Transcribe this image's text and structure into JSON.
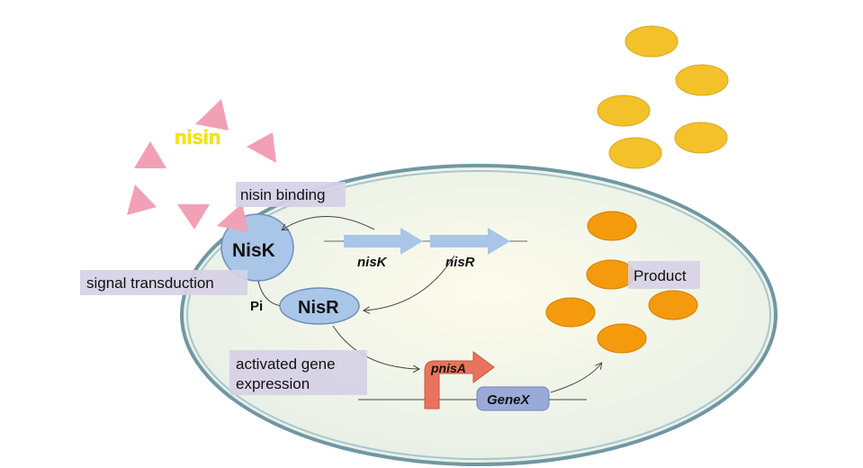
{
  "labels": {
    "nisin": "nisin",
    "nisin_binding": "nisin binding",
    "signal_transduction": "signal transduction",
    "activated_gene_expression_line1": "activated gene",
    "activated_gene_expression_line2": "expression",
    "product": "Product"
  },
  "proteins": {
    "nisk": "NisK",
    "nisr": "NisR",
    "phosphate": "Pi"
  },
  "genes": {
    "nisk": "nisK",
    "nisr": "nisR",
    "promoter": "pnisA",
    "genex": "GeneX"
  },
  "colors": {
    "membrane_stroke": "#6f97a3",
    "cytoplasm": "#eef3e6",
    "nisin_triangle": "#f2a0b5",
    "nisin_text": "#f4e80a",
    "outside_product": "#f3c12a",
    "inside_product": "#f59a0c",
    "protein_fill": "#a9c6e8",
    "gene_arrow": "#a9c6e8",
    "label_box": "#d6d1e6",
    "promoter": "#e8735e",
    "genex_box": "#9aaad8"
  }
}
